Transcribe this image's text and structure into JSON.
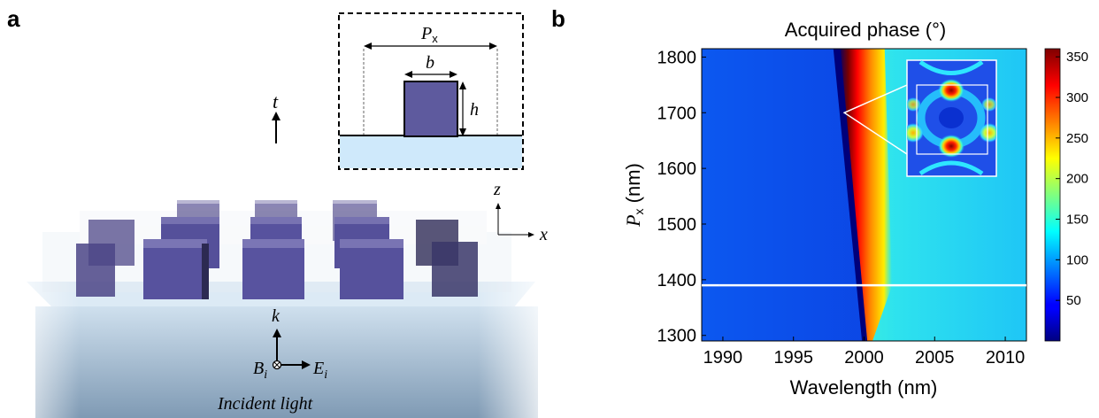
{
  "panel_a": {
    "label": "a",
    "inset": {
      "period": "P",
      "period_sub": "x",
      "width": "b",
      "height": "h"
    },
    "t_arrow": "t",
    "axes": {
      "z": "z",
      "x": "x"
    },
    "incident": {
      "k": "k",
      "B": "B",
      "B_sub": "i",
      "E": "E",
      "E_sub": "i",
      "caption": "Incident light"
    }
  },
  "panel_b": {
    "label": "b",
    "title": "Acquired phase (°)",
    "xlabel": "Wavelength (nm)",
    "ylabel_main": "P",
    "ylabel_sub": "x",
    "ylabel_unit": " (nm)",
    "x_ticks": [
      "1990",
      "1995",
      "2000",
      "2005",
      "2010"
    ],
    "y_ticks": [
      "1300",
      "1400",
      "1500",
      "1600",
      "1700",
      "1800"
    ],
    "colorbar_ticks": [
      "50",
      "100",
      "150",
      "200",
      "250",
      "300",
      "350"
    ]
  },
  "chart_data": {
    "type": "heatmap",
    "title": "Acquired phase (°)",
    "xlabel": "Wavelength (nm)",
    "ylabel": "Px (nm)",
    "xlim": [
      1988.5,
      2011.5
    ],
    "ylim": [
      1290,
      1815
    ],
    "x_ticks": [
      1990,
      1995,
      2000,
      2005,
      2010
    ],
    "y_ticks": [
      1300,
      1400,
      1500,
      1600,
      1700,
      1800
    ],
    "colorbar": {
      "min": 0,
      "max": 360,
      "ticks": [
        50,
        100,
        150,
        200,
        250,
        300,
        350
      ],
      "colormap": "jet"
    },
    "resonance_wavelength_at_px": [
      {
        "px": 1300,
        "wavelength": 2000.1
      },
      {
        "px": 1390,
        "wavelength": 2000.0
      },
      {
        "px": 1800,
        "wavelength": 1998.2
      }
    ],
    "phase_far_short_wavelength": 60,
    "phase_far_long_wavelength": 145,
    "highlight_line_px": 1390,
    "inset_marker": {
      "wavelength": 1998.6,
      "px": 1700
    }
  }
}
